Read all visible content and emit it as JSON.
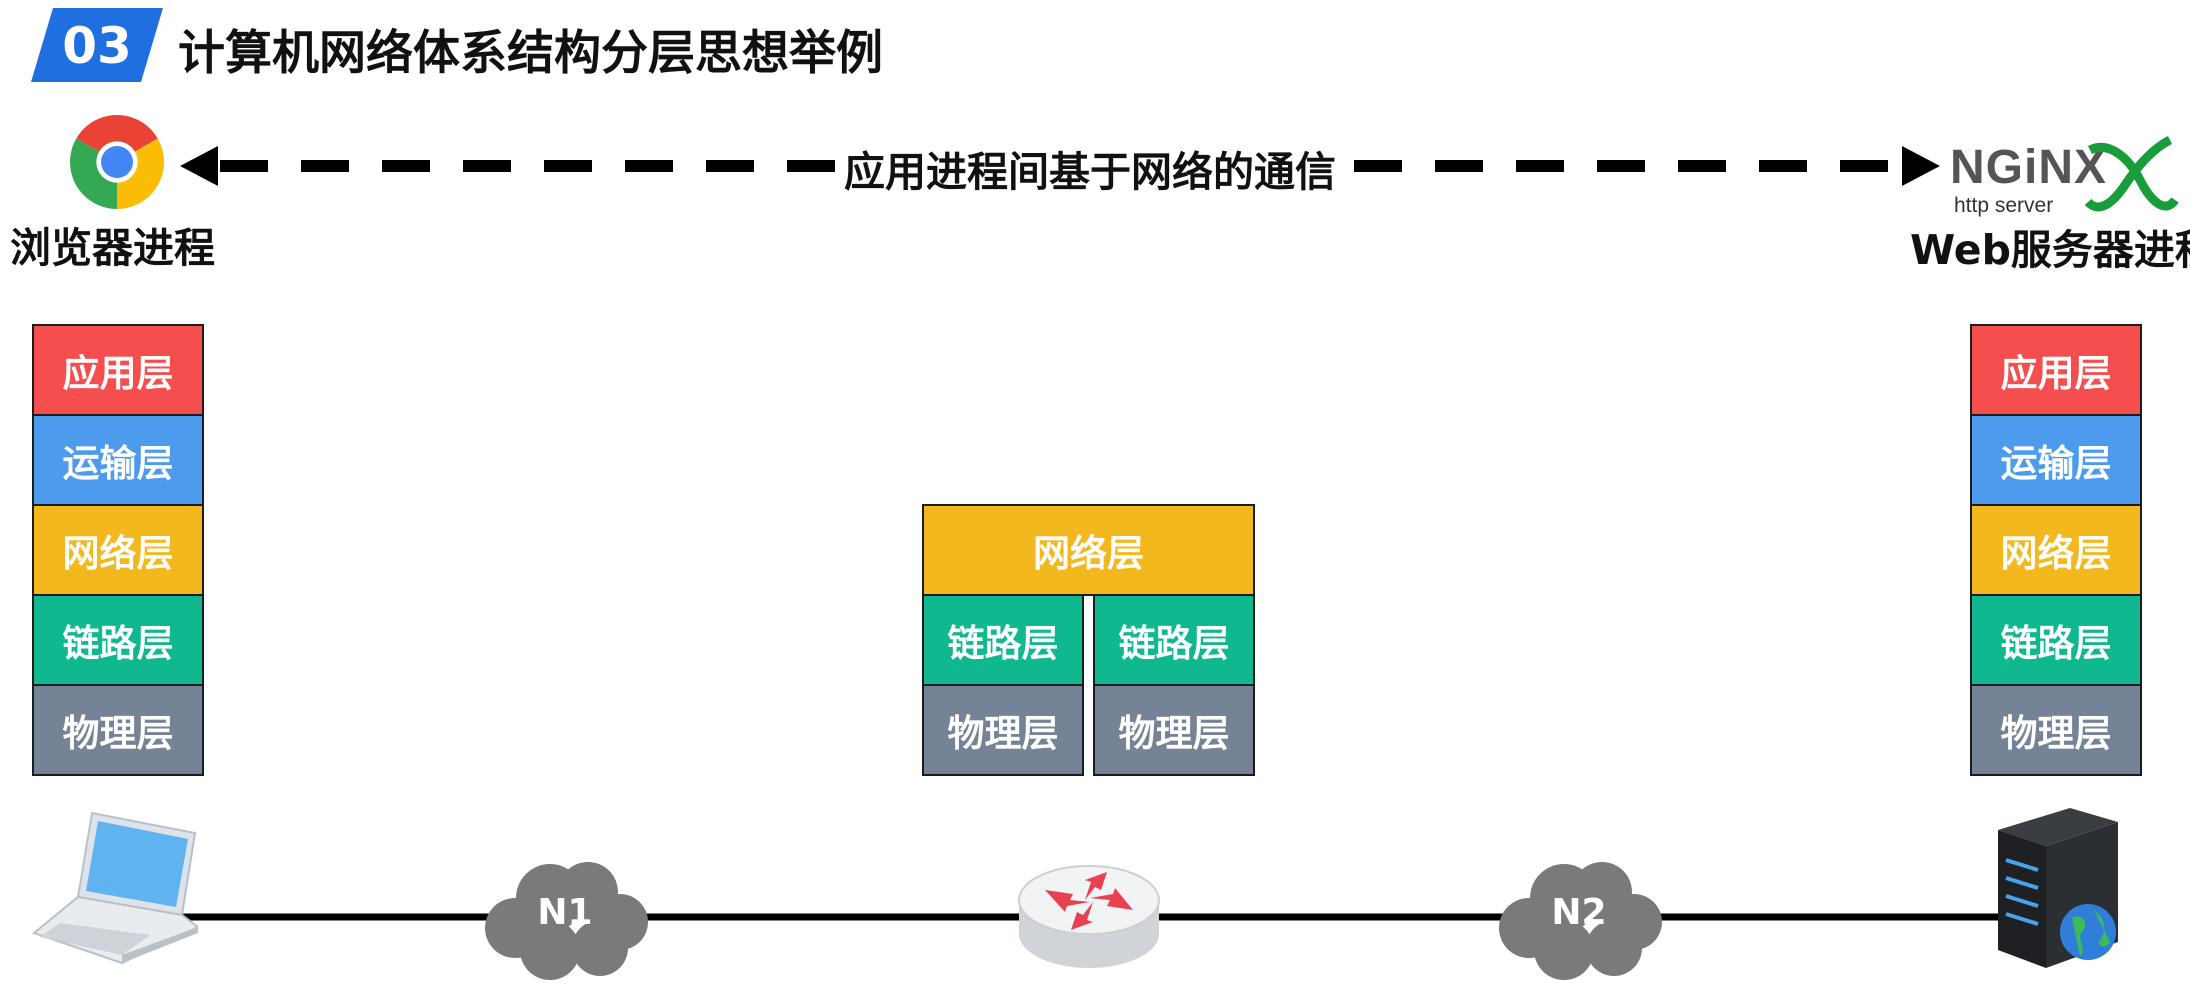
{
  "title": {
    "badge": "03",
    "text": "计算机网络体系结构分层思想举例"
  },
  "communication": {
    "label": "应用进程间基于网络的通信"
  },
  "browser": {
    "label": "浏览器进程",
    "icon": "chrome-icon"
  },
  "server": {
    "label": "Web服务器进程",
    "logo": "NGiNX",
    "logo_sub": "http server"
  },
  "layers": {
    "application": "应用层",
    "transport": "运输层",
    "network": "网络层",
    "link": "链路层",
    "physical": "物理层"
  },
  "networks": {
    "n1": "N1",
    "n2": "N2"
  },
  "colors": {
    "application": "#F44E4E",
    "transport": "#4C9BEC",
    "network": "#F2B81E",
    "link": "#10B88F",
    "physical": "#758396",
    "badge": "#1F6FE0",
    "cloud": "#7A7A7A"
  }
}
